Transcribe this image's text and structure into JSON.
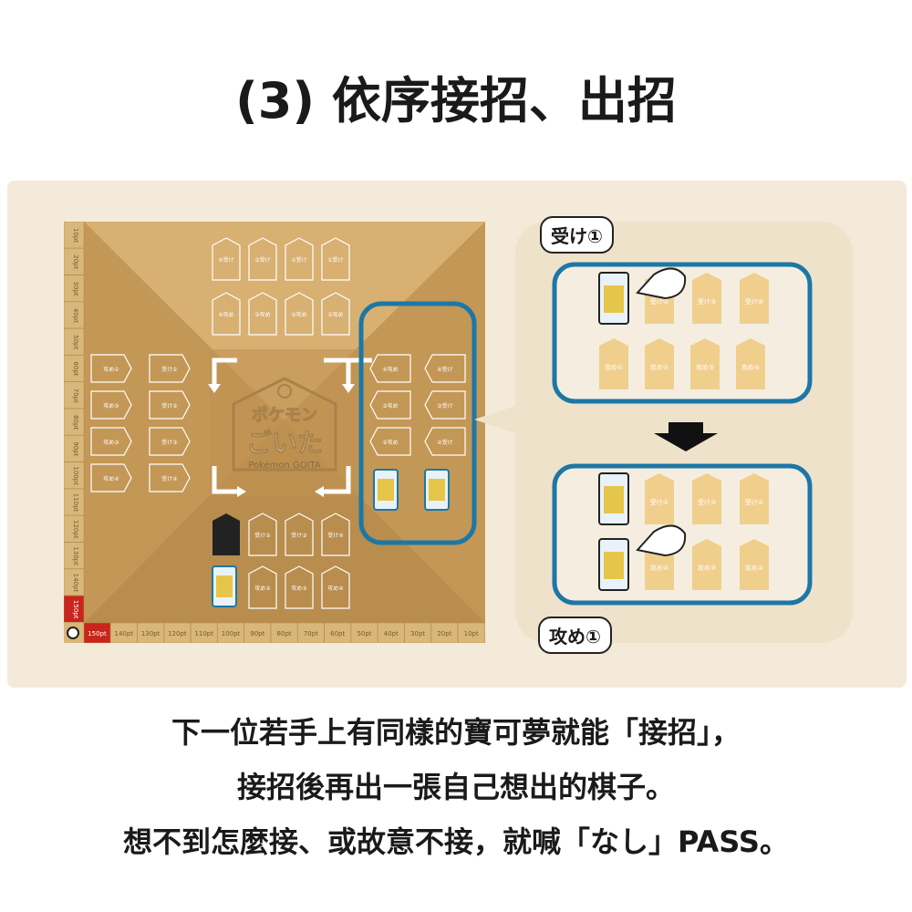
{
  "title": "(3) 依序接招、出招",
  "board": {
    "logo_line1": "ポケモン",
    "logo_line2": "ごいた",
    "logo_sub": "Pokémon GOITA",
    "left_scale": [
      "10pt",
      "20pt",
      "30pt",
      "40pt",
      "50pt",
      "60pt",
      "70pt",
      "80pt",
      "90pt",
      "100pt",
      "110pt",
      "120pt",
      "130pt",
      "140pt",
      "150pt"
    ],
    "bottom_scale": [
      "150pt",
      "140pt",
      "130pt",
      "120pt",
      "110pt",
      "100pt",
      "90pt",
      "80pt",
      "70pt",
      "60pt",
      "50pt",
      "40pt",
      "30pt",
      "20pt",
      "10pt"
    ],
    "top_row1": [
      "④受け",
      "③受け",
      "②受け",
      "①受け"
    ],
    "top_row2": [
      "④攻め",
      "③攻め",
      "②攻め",
      "①攻め"
    ],
    "left_col1": [
      "攻め①",
      "攻め②",
      "攻め③",
      "攻め④"
    ],
    "left_col2": [
      "受け①",
      "受け②",
      "受け③",
      "受け④"
    ],
    "right_col1": [
      "④攻め",
      "③攻め",
      "②攻め"
    ],
    "right_col2": [
      "④受け",
      "③受け",
      "②受け"
    ],
    "bottom_row1": [
      "受け②",
      "受け③",
      "受け④"
    ],
    "bottom_row2": [
      "攻め②",
      "攻め③",
      "攻め④"
    ]
  },
  "zoom": {
    "bubble_top": "受け①",
    "bubble_bottom": "攻め①",
    "upper_top_row": [
      "受け②",
      "受け③",
      "受け④"
    ],
    "upper_bottom_row": [
      "攻め①",
      "攻め②",
      "攻め③",
      "攻め④"
    ],
    "lower_top_row": [
      "受け②",
      "受け③",
      "受け④"
    ],
    "lower_bottom_row": [
      "攻め②",
      "攻め③",
      "攻め④"
    ]
  },
  "captions": {
    "line1": "下一位若手上有同樣的寶可夢就能「接招」，",
    "line2": "接招後再出一張自己想出的棋子。",
    "line3": "想不到怎麼接、或故意不接，就喊「なし」PASS。"
  },
  "colors": {
    "board": "#c9a061",
    "board_dark": "#b88d4e",
    "highlight": "#1d77a6",
    "tile": "#f0cf8d",
    "scale_red": "#c8251c",
    "panel": "#f4ead9"
  }
}
